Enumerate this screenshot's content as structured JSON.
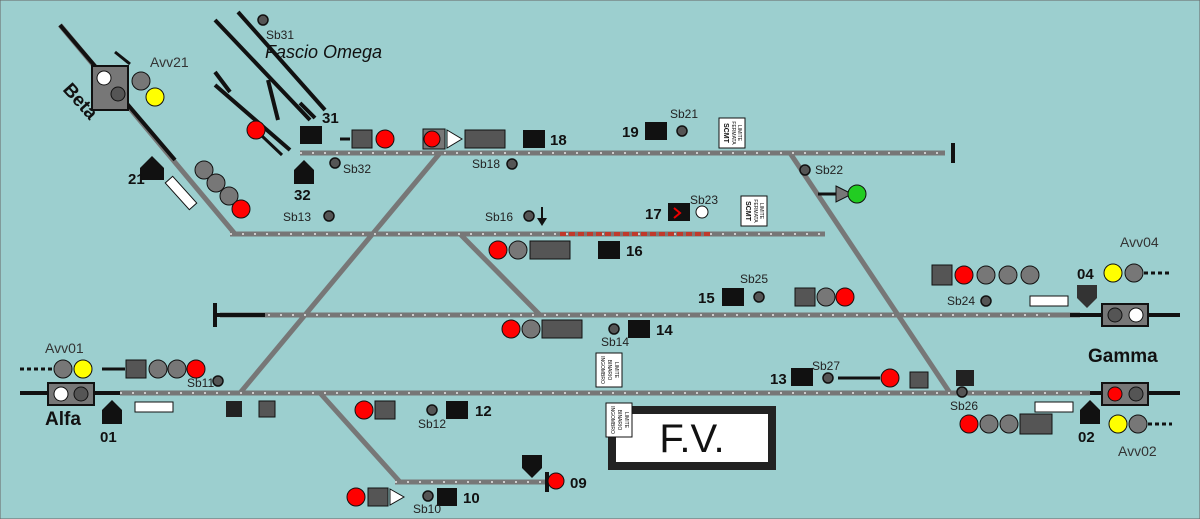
{
  "station": {
    "label": "F.V."
  },
  "lines": {
    "beta": "Beta",
    "alfa": "Alfa",
    "gamma": "Gamma",
    "fascio_omega": "Fascio Omega"
  },
  "advance_signals": {
    "avv21": "Avv21",
    "avv01": "Avv01",
    "avv04": "Avv04",
    "avv02": "Avv02"
  },
  "signals": {
    "s01": "01",
    "s02": "02",
    "s04": "04",
    "s09": "09",
    "s10": "10",
    "s12": "12",
    "s13": "13",
    "s14": "14",
    "s15": "15",
    "s16": "16",
    "s17": "17",
    "s18": "18",
    "s19": "19",
    "s21": "21",
    "s31": "31",
    "s32": "32"
  },
  "shunt_signals": {
    "sb10": "Sb10",
    "sb11": "Sb11",
    "sb12": "Sb12",
    "sb13": "Sb13",
    "sb14": "Sb14",
    "sb16": "Sb16",
    "sb18": "Sb18",
    "sb21": "Sb21",
    "sb22": "Sb22",
    "sb23": "Sb23",
    "sb24": "Sb24",
    "sb25": "Sb25",
    "sb26": "Sb26",
    "sb27": "Sb27",
    "sb31": "Sb31",
    "sb32": "Sb32"
  },
  "boards": {
    "limite_scmt_a": [
      "LIMITE",
      "FERMATA",
      "SCMT"
    ],
    "limite_scmt_b": [
      "LIMITE",
      "FERMATA",
      "SCMT"
    ],
    "limite_binario_a": [
      "LIMITE",
      "BINARIO",
      "INGOMBRO"
    ],
    "limite_binario_b": [
      "LIMITE",
      "BINARIO",
      "INGOMBRO"
    ]
  },
  "colors": {
    "background": "#9ccfcf",
    "track": "#7d7d7d",
    "track_occupied": "#c0392b",
    "aspect_red": "#ff0000",
    "aspect_yellow": "#ffff00",
    "aspect_green": "#22cc22",
    "aspect_white": "#ffffff",
    "aspect_off": "#7a7a7a"
  }
}
